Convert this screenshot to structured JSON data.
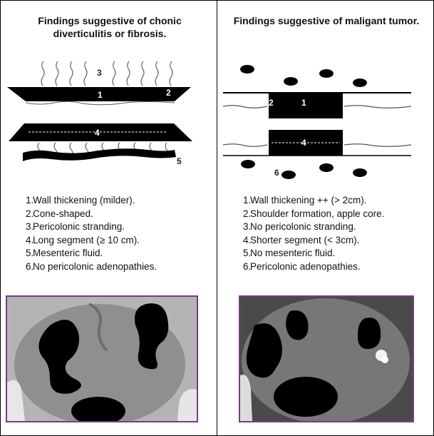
{
  "left_panel": {
    "title_line1": "Findings suggestive of chonic",
    "title_line2": "diverticulitis or fibrosis.",
    "diagram_labels": {
      "l1": "1",
      "l2": "2",
      "l3": "3",
      "l4": "4",
      "l5": "5"
    },
    "findings": [
      {
        "num": "1.",
        "text": "Wall thickening (milder)."
      },
      {
        "num": "2.",
        "text": "Cone-shaped."
      },
      {
        "num": "3.",
        "text": "Pericolonic stranding."
      },
      {
        "num": "4.",
        "text_before": "Long segment (",
        "symbol": "≥",
        "text_after": " 10 cm)."
      },
      {
        "num": "5.",
        "text": "Mesenteric fluid."
      },
      {
        "num": "6.",
        "text": "No pericolonic adenopathies."
      }
    ]
  },
  "right_panel": {
    "title": "Findings suggestive of maligant tumor.",
    "diagram_labels": {
      "l1": "1",
      "l2": "2",
      "l4": "4",
      "l6": "6"
    },
    "findings": [
      {
        "num": "1.",
        "text": "Wall thickening ++ (> 2cm)."
      },
      {
        "num": "2.",
        "text": "Shoulder formation, apple core."
      },
      {
        "num": "3.",
        "text": "No pericolonic stranding."
      },
      {
        "num": "4.",
        "text": "Shorter segment (< 3cm)."
      },
      {
        "num": "5.",
        "text": "No mesenteric fluid."
      },
      {
        "num": "6.",
        "text": "Pericolonic adenopathies."
      }
    ]
  },
  "colors": {
    "frame": "#000000",
    "ct_border": "#7a3b86"
  }
}
